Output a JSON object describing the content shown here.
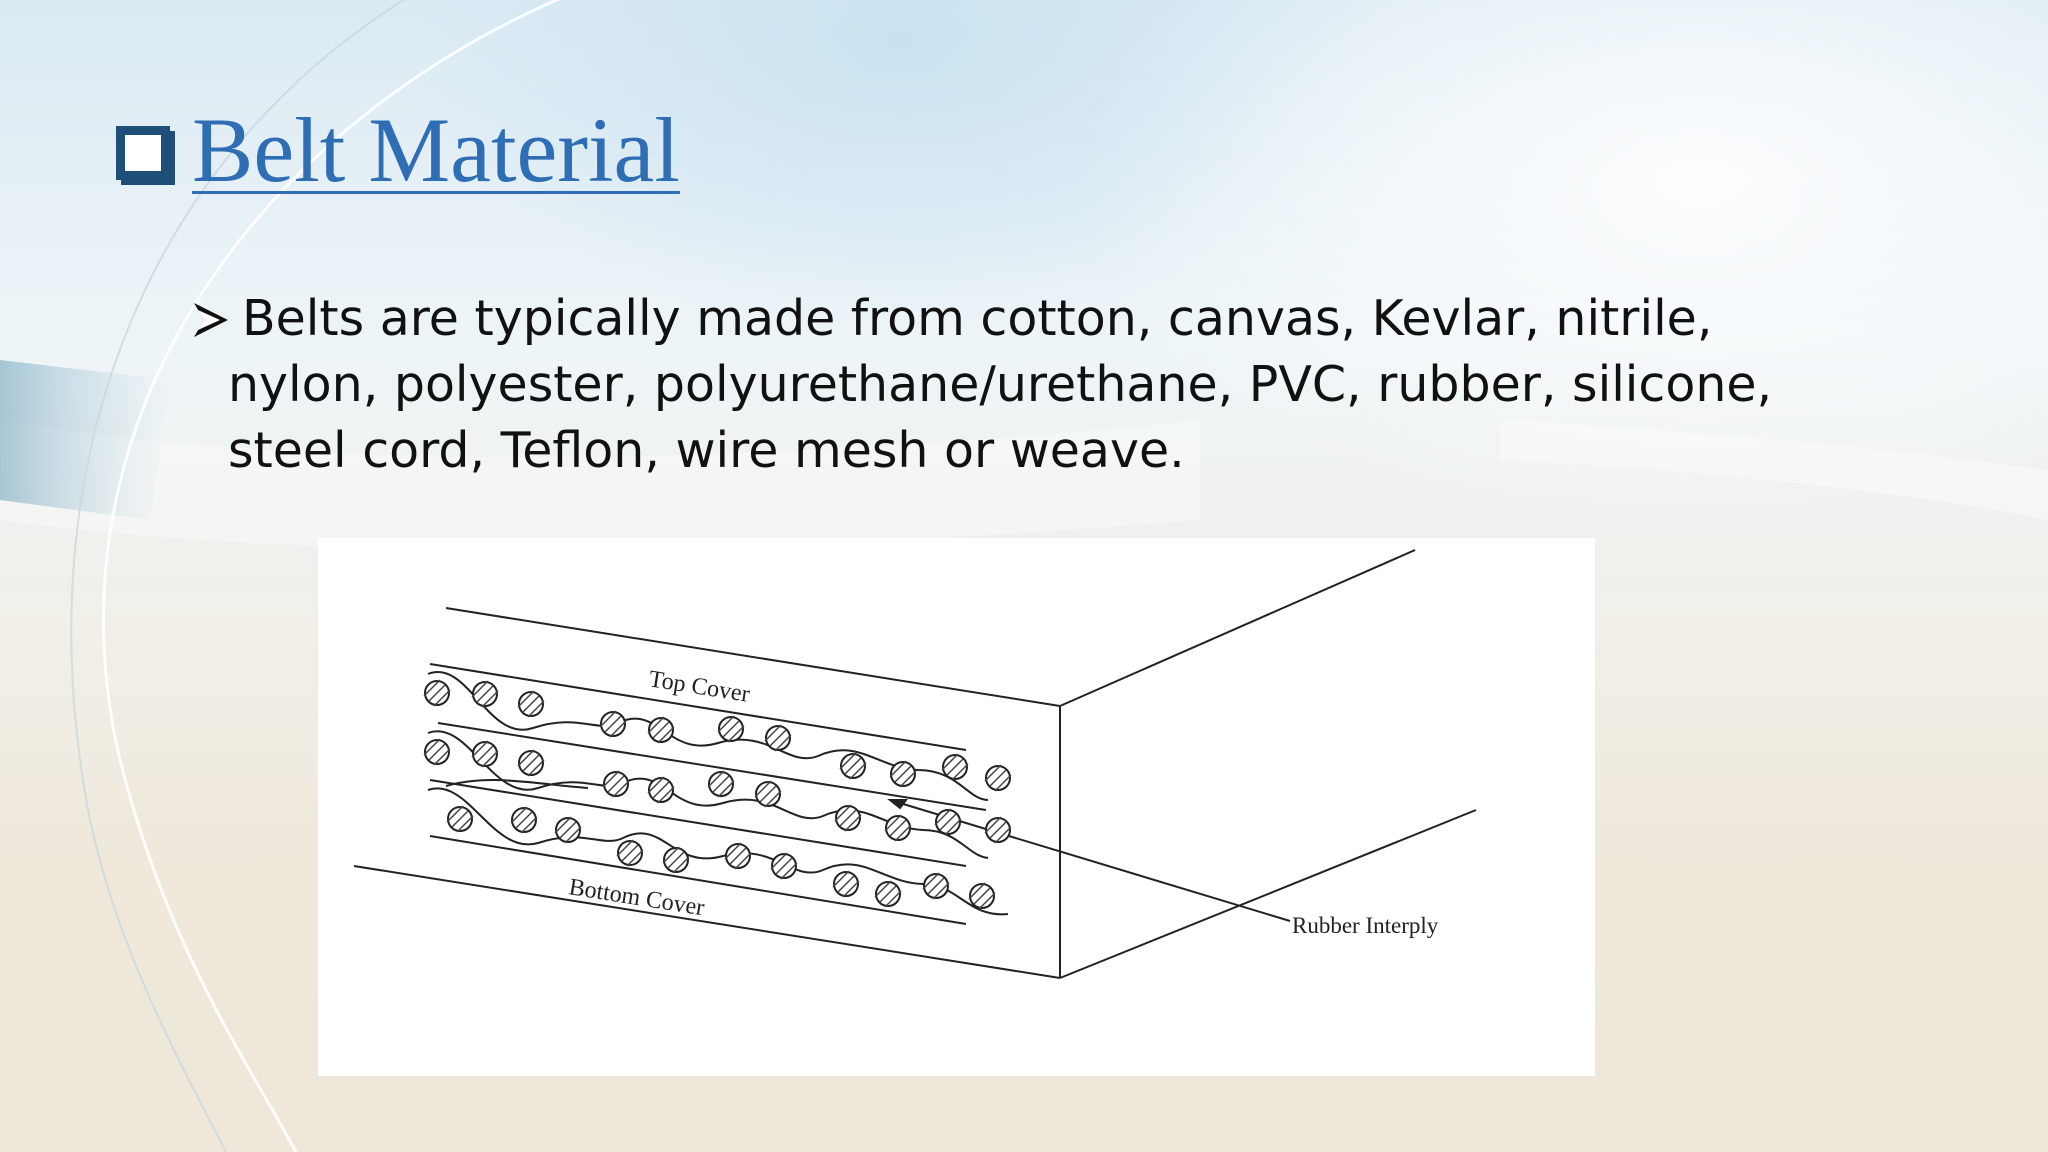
{
  "slide": {
    "title": "Belt Material",
    "bullet_lines": [
      "Belts are typically made from cotton, canvas, Kevlar, nitrile,",
      "nylon, polyester, polyurethane/urethane, PVC, rubber, silicone,",
      "steel cord, Teflon, wire mesh or weave."
    ],
    "figure": {
      "labels": {
        "top_cover": "Top Cover",
        "bottom_cover": "Bottom Cover",
        "rubber_interply": "Rubber Interply"
      }
    }
  },
  "colors": {
    "title": "#2f6db4",
    "checkbox": "#1f4e79",
    "body_text": "#111111"
  }
}
